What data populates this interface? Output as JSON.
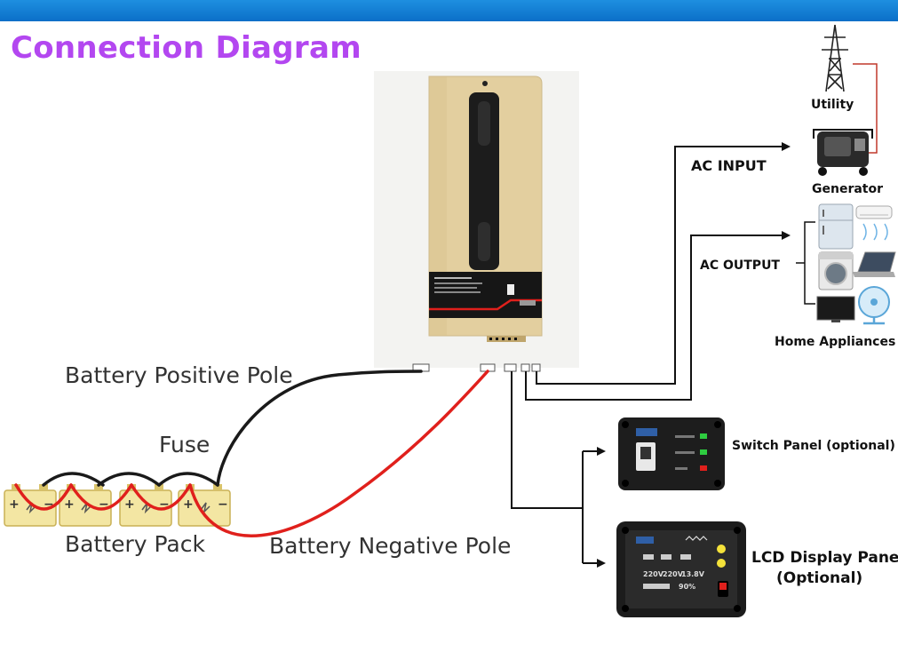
{
  "title": "Connection Diagram",
  "labels": {
    "utility": "Utility",
    "generator": "Generator",
    "ac_input": "AC INPUT",
    "ac_output": "AC OUTPUT",
    "home_appliances": "Home Appliances",
    "battery_positive": "Battery Positive Pole",
    "fuse": "Fuse",
    "battery_pack": "Battery Pack",
    "battery_negative": "Battery Negative Pole",
    "switch_panel": "Switch Panel (optional)",
    "lcd_line1": "LCD Display Panel",
    "lcd_line2": "(Optional)"
  },
  "lcd_panel_readouts": [
    "220V",
    "220V",
    "13.8V",
    "90%"
  ],
  "colors": {
    "title": "#b347f0",
    "header_bar": "#1283dc",
    "positive_wire": "#1a1a1a",
    "negative_wire": "#e0201c",
    "inverter_body": "#e3cf9f"
  },
  "icons": [
    "utility-tower-icon",
    "generator-icon",
    "fridge-icon",
    "air-conditioner-icon",
    "washing-machine-icon",
    "laptop-icon",
    "tv-icon",
    "fan-icon",
    "battery-icon"
  ]
}
